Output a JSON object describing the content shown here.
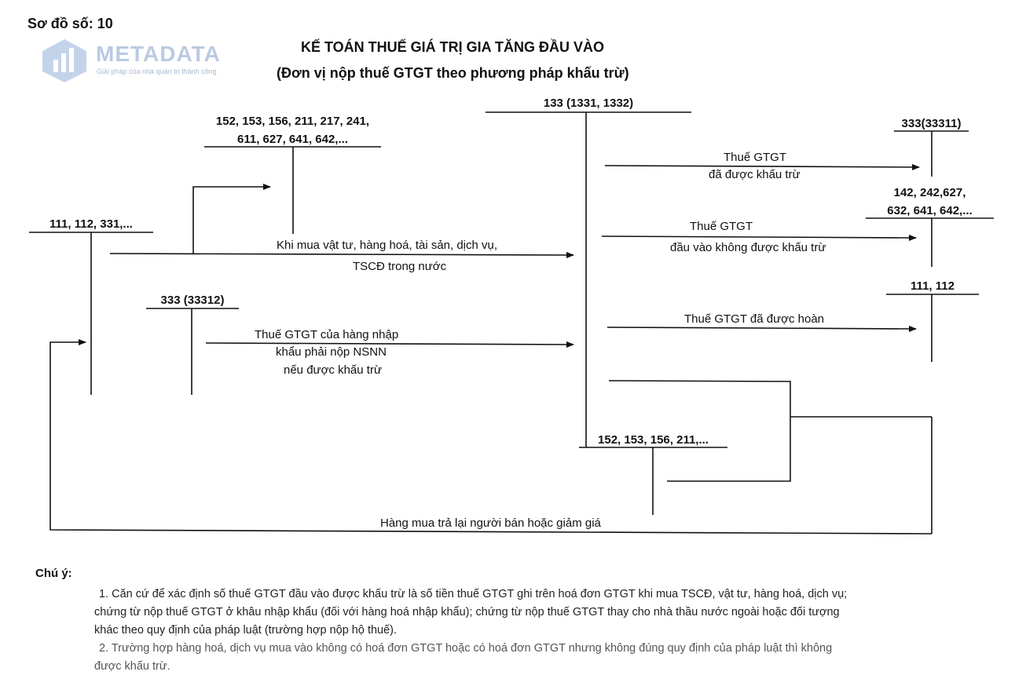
{
  "diagram_no": "Sơ đồ số: 10",
  "logo": {
    "name": "METADATA",
    "tagline": "Giải pháp của nhà quản trị thành công"
  },
  "title": "KẾ TOÁN THUẾ GIÁ TRỊ GIA TĂNG ĐẦU VÀO",
  "subtitle": "(Đơn vị nộp thuế GTGT theo phương pháp khấu trừ)",
  "accounts": {
    "acc_152_line1": "152, 153, 156, 211, 217, 241,",
    "acc_152_line2": "611, 627, 641, 642,...",
    "acc_133": "133 (1331, 1332)",
    "acc_33311": "333(33311)",
    "acc_142_line1": "142, 242,627,",
    "acc_142_line2": "632, 641, 642,...",
    "acc_111_331": "111, 112, 331,...",
    "acc_33312": "333 (33312)",
    "acc_111_112": "111, 112",
    "acc_152_bottom": "152, 153, 156, 211,..."
  },
  "flows": {
    "deducted_line1": "Thuế GTGT",
    "deducted_line2": "đã được khấu trừ",
    "nondeduct_line1": "Thuế GTGT",
    "nondeduct_line2": "đầu vào không được khấu trừ",
    "purchase_line1": "Khi mua vật tư, hàng hoá, tài sản, dịch vụ,",
    "purchase_line2": "TSCĐ trong nước",
    "refund": "Thuế GTGT đã được hoàn",
    "import_line1": "Thuế GTGT của hàng nhập",
    "import_line2": "khẩu phải nộp NSNN",
    "import_line3": "nếu được khấu trừ",
    "returns": "Hàng mua trả lại người bán hoặc giảm giá"
  },
  "notes": {
    "heading": "Chú ý:",
    "n1_l1": "1. Căn cứ để xác định số thuế GTGT đầu vào được khấu trừ là số tiền thuế GTGT ghi trên hoá đơn GTGT khi mua TSCĐ, vật tư, hàng hoá, dịch vụ;",
    "n1_l2": "chứng từ nộp thuế GTGT ở khâu nhập khẩu (đối với hàng hoá nhập khẩu); chứng từ nộp thuế GTGT thay cho nhà thầu nước ngoài hoặc đối tượng",
    "n1_l3": "khác theo quy định của pháp luật (trường hợp nộp hộ thuế).",
    "n2_l1": "2. Trường hợp hàng hoá, dịch vụ mua vào không có hoá đơn GTGT hoặc có hoá đơn GTGT nhưng không đúng quy định của pháp luật thì không",
    "n2_l2": "được khấu trừ."
  }
}
